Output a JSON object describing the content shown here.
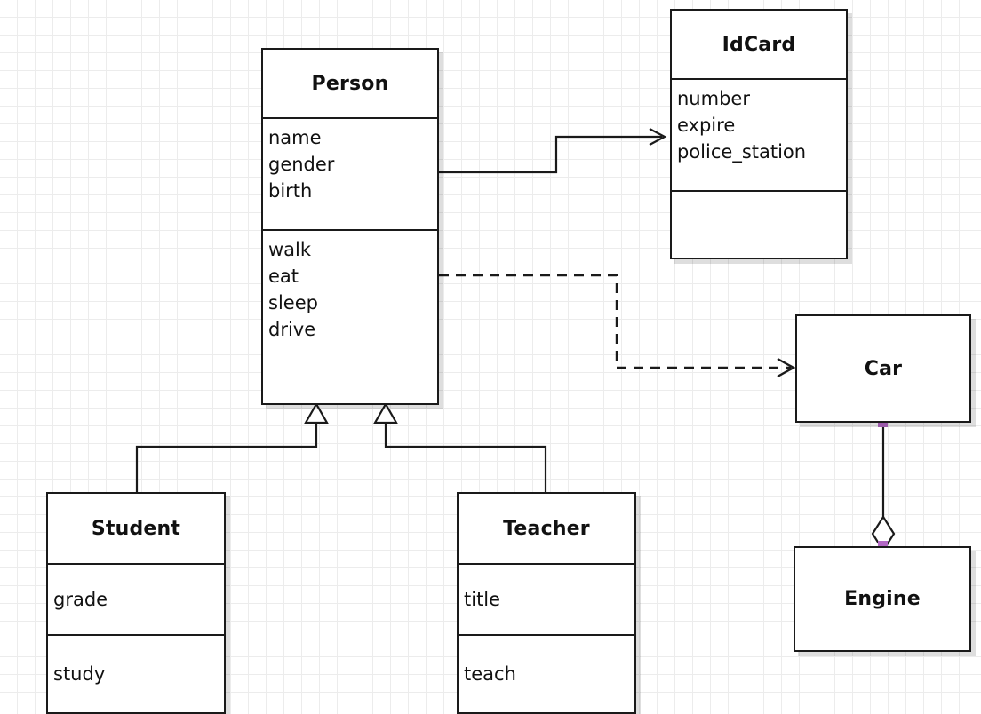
{
  "diagram": {
    "type": "uml-class-diagram",
    "background": "#ffffff",
    "grid_color": "#ececec",
    "grid_size": 20,
    "line_color": "#1a1a1a",
    "handle_color": "#b268c4"
  },
  "classes": {
    "person": {
      "name": "Person",
      "attributes": [
        "name",
        "gender",
        "birth"
      ],
      "attributes_text": "name\ngender\nbirth",
      "methods": [
        "walk",
        "eat",
        "sleep",
        "drive"
      ],
      "methods_text": "walk\neat\nsleep\ndrive"
    },
    "idcard": {
      "name": "IdCard",
      "attributes": [
        "number",
        "expire",
        "police_station"
      ],
      "attributes_text": "number\nexpire\npolice_station",
      "methods": [],
      "methods_text": ""
    },
    "student": {
      "name": "Student",
      "attributes": [
        "grade"
      ],
      "attributes_text": "grade",
      "methods": [
        "study"
      ],
      "methods_text": "study"
    },
    "teacher": {
      "name": "Teacher",
      "attributes": [
        "title"
      ],
      "attributes_text": "title",
      "methods": [
        "teach"
      ],
      "methods_text": "teach"
    },
    "car": {
      "name": "Car",
      "attributes": [],
      "methods": []
    },
    "engine": {
      "name": "Engine",
      "attributes": [],
      "methods": []
    }
  },
  "relationships": [
    {
      "id": "person-idcard",
      "kind": "association",
      "from": "Person",
      "to": "IdCard",
      "line_style": "solid",
      "arrowhead": "open"
    },
    {
      "id": "person-car",
      "kind": "dependency",
      "from": "Person",
      "to": "Car",
      "line_style": "dashed",
      "arrowhead": "open"
    },
    {
      "id": "student-person",
      "kind": "generalization",
      "from": "Student",
      "to": "Person",
      "line_style": "solid",
      "arrowhead": "hollow-triangle"
    },
    {
      "id": "teacher-person",
      "kind": "generalization",
      "from": "Teacher",
      "to": "Person",
      "line_style": "solid",
      "arrowhead": "hollow-triangle"
    },
    {
      "id": "car-engine",
      "kind": "aggregation",
      "from": "Car",
      "to": "Engine",
      "line_style": "solid",
      "arrowhead": "hollow-diamond",
      "selected": true
    }
  ]
}
